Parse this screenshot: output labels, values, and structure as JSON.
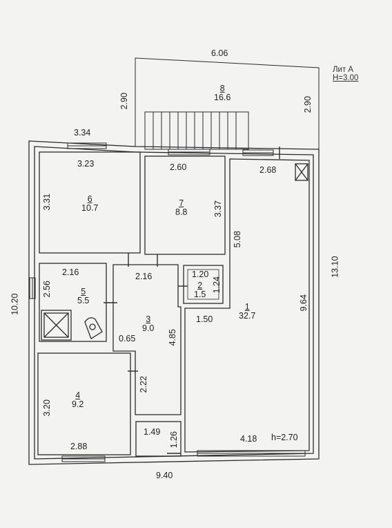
{
  "title_block": {
    "lit": "Лит А",
    "height": "H=3.00"
  },
  "outer_dims": {
    "top": "6.06",
    "left_upper": "2.90",
    "right_upper": "2.90",
    "top_left": "3.34",
    "left": "10.20",
    "right": "13.10",
    "bottom": "9.40"
  },
  "rooms": [
    {
      "id": "1",
      "area": "32.7"
    },
    {
      "id": "2",
      "area": "1.5"
    },
    {
      "id": "3",
      "area": "9.0"
    },
    {
      "id": "4",
      "area": "9.2"
    },
    {
      "id": "5",
      "area": "5.5"
    },
    {
      "id": "6",
      "area": "10.7"
    },
    {
      "id": "7",
      "area": "8.8"
    },
    {
      "id": "8",
      "area": "16.6"
    }
  ],
  "inner_dims": {
    "r6_w": "3.23",
    "r6_h": "3.31",
    "r7_w": "2.60",
    "r7_h": "3.37",
    "r1_top": "2.68",
    "r1_v1": "5.08",
    "r1_v2": "9.64",
    "r1_h": "1.50",
    "r1_bottom": "4.18",
    "ceiling": "h=2.70",
    "r5_w": "2.16",
    "r5_h": "2.56",
    "r3_w": "2.16",
    "r3_a": "0.65",
    "r3_b": "4.85",
    "r3_c": "2.22",
    "r2_w": "1.20",
    "r2_h": "1.24",
    "r4_h": "3.20",
    "r4_w": "2.88",
    "small_w": "1.49",
    "small_h": "1.26"
  }
}
